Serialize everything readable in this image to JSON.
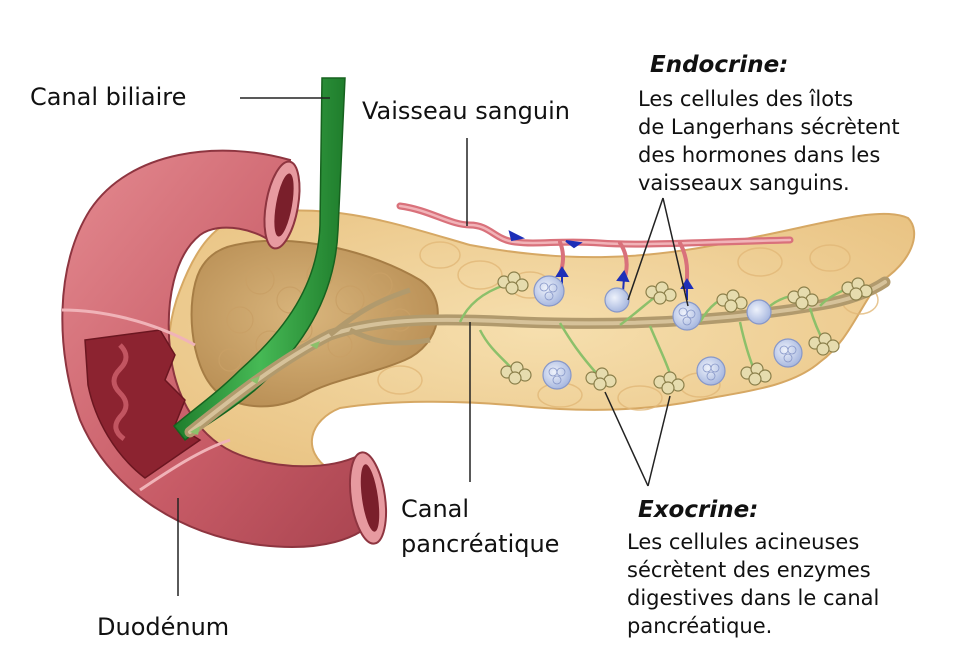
{
  "labels": {
    "canal_biliaire": "Canal biliaire",
    "vaisseau_sanguin": "Vaisseau sanguin",
    "canal_pancreatique": [
      "Canal",
      "pancréatique"
    ],
    "duodenum": "Duodénum"
  },
  "endocrine": {
    "title": "Endocrine:",
    "lines": [
      "Les cellules des îlots",
      "de Langerhans sécrètent",
      "des hormones dans les",
      "vaisseaux sanguins."
    ]
  },
  "exocrine": {
    "title": "Exocrine:",
    "lines": [
      "Les cellules acineuses",
      "sécrètent des enzymes",
      "digestives dans le canal",
      "pancréatique."
    ]
  },
  "colors": {
    "duodenum": "#c9606a",
    "pancreas": "#f1d39c",
    "bile_duct": "#2f9e3e",
    "blood_vessel": "#d9717b",
    "islet": "#c9d6f0",
    "arrow": "#1d2fb8",
    "leader_line": "#222222"
  }
}
